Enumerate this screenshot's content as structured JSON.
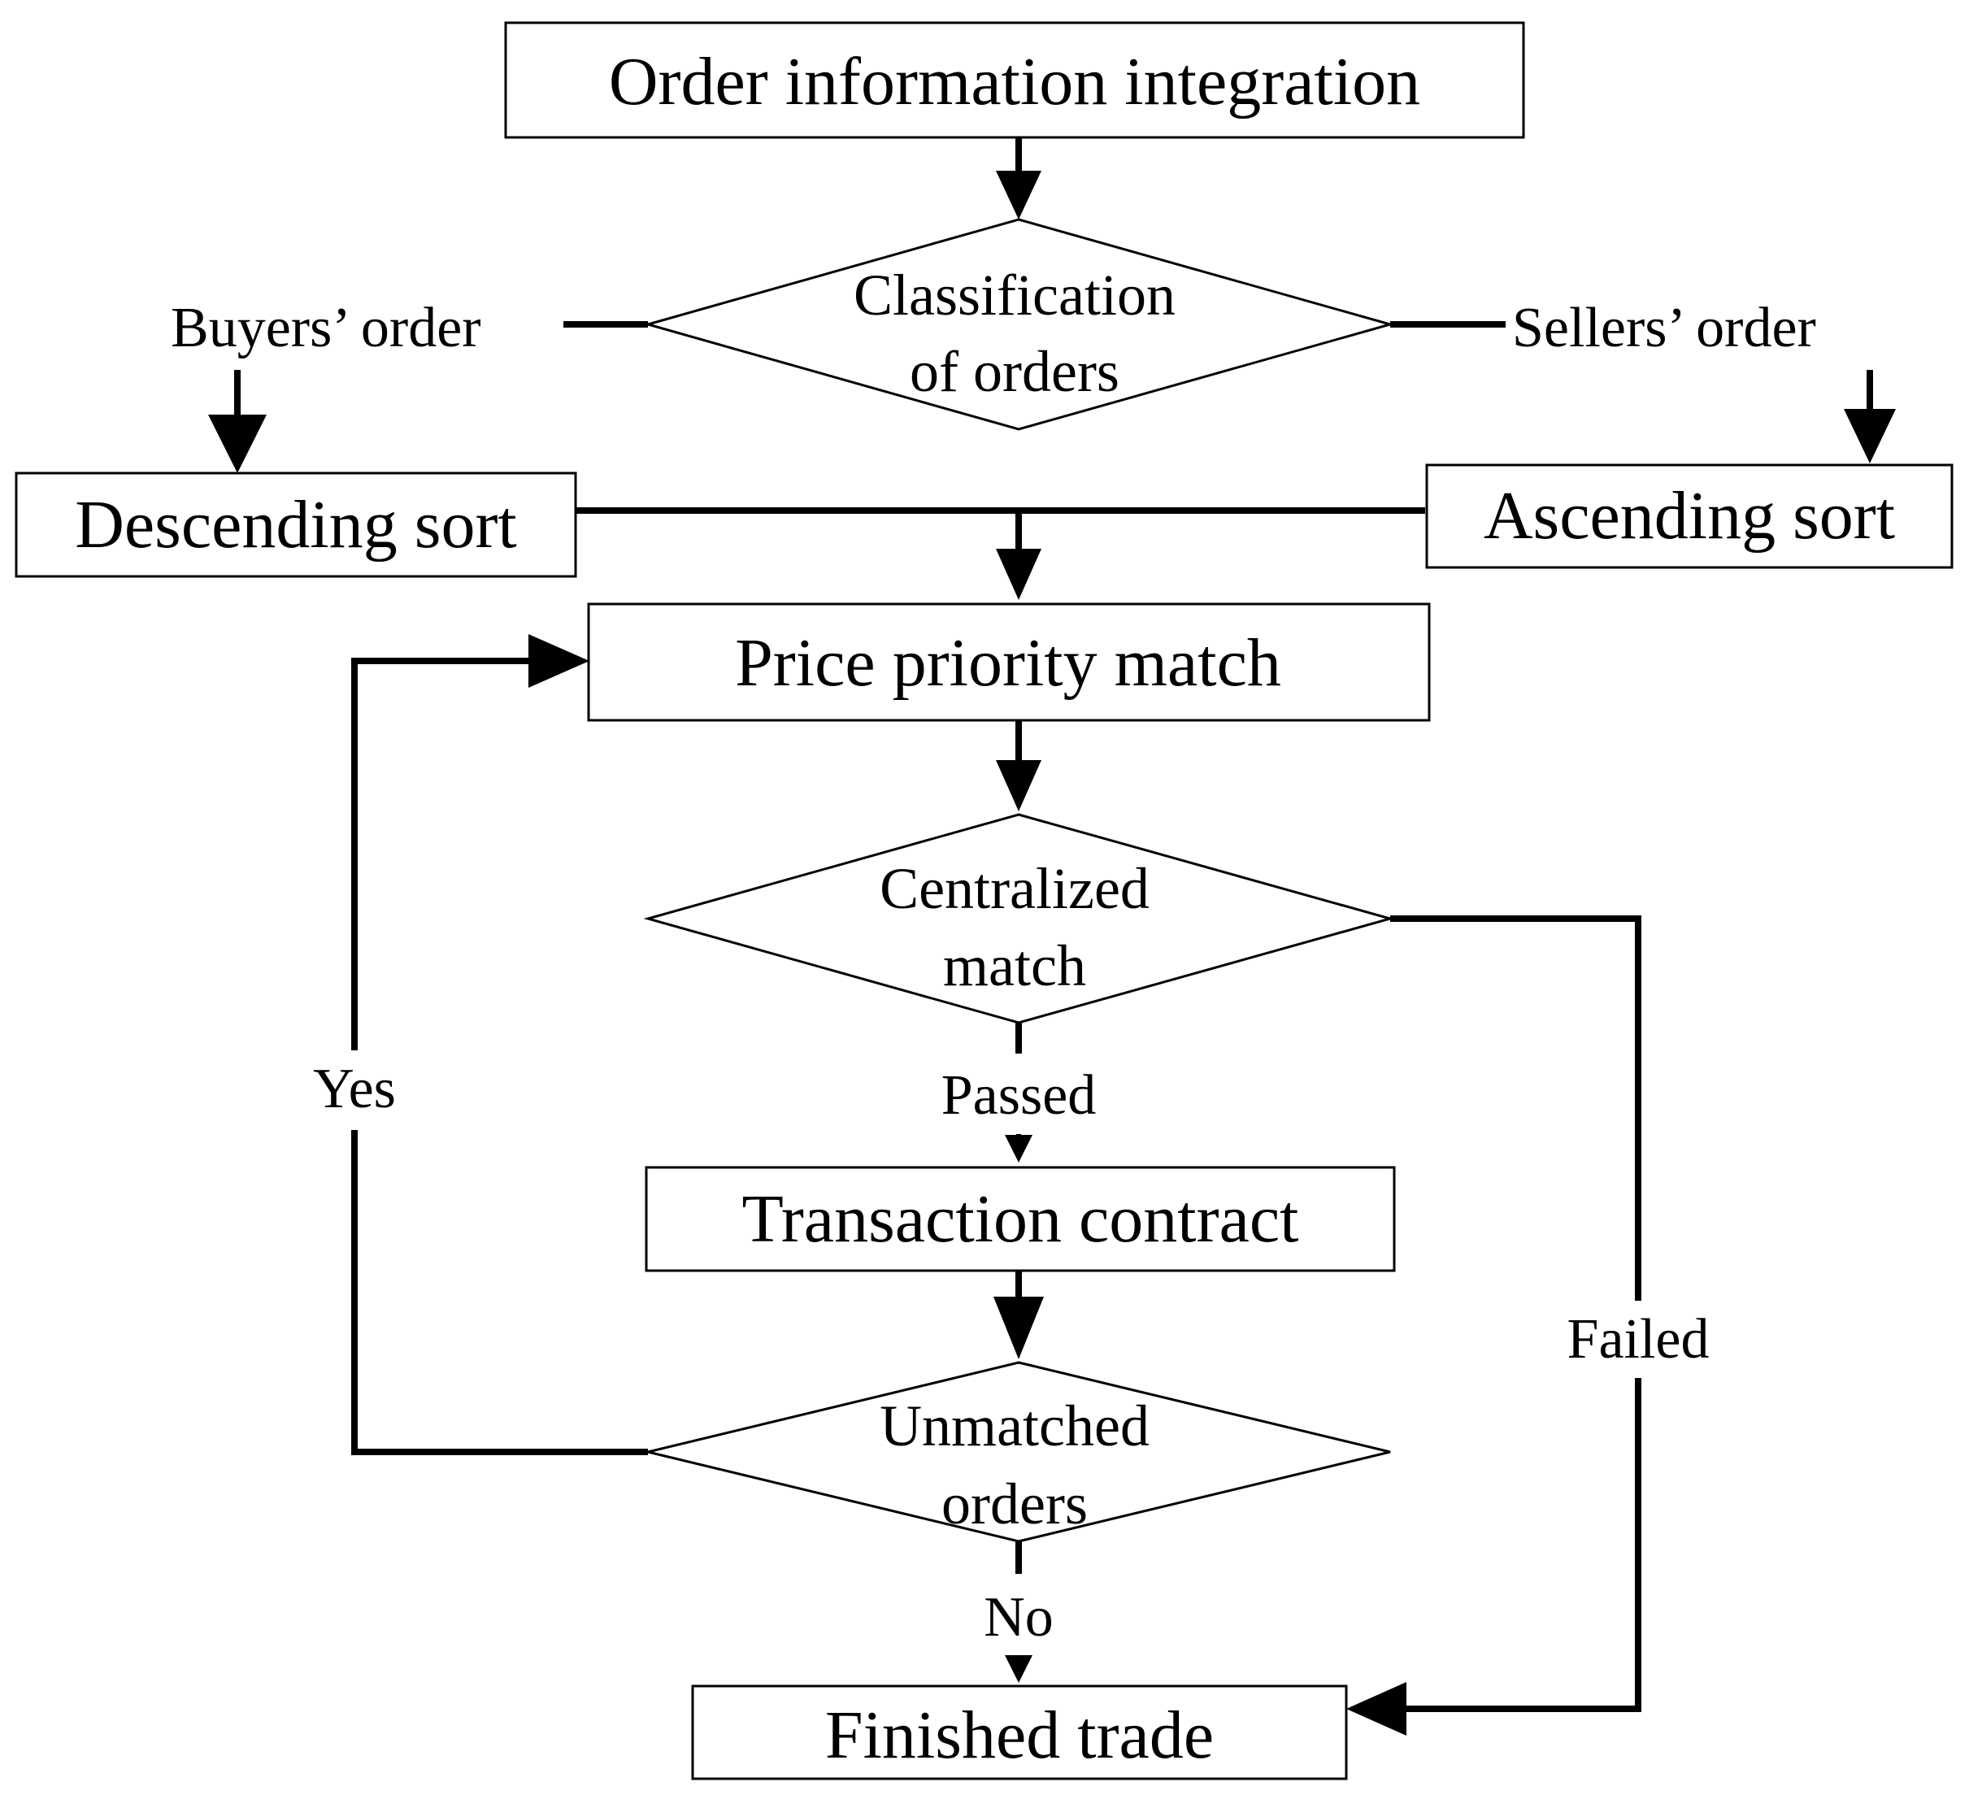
{
  "nodes": {
    "order_integration": "Order information integration",
    "classification_line1": "Classification",
    "classification_line2": "of orders",
    "descending_sort": "Descending sort",
    "ascending_sort": "Ascending sort",
    "price_priority": "Price priority match",
    "centralized_line1": "Centralized",
    "centralized_line2": "match",
    "transaction_contract": "Transaction contract",
    "unmatched_line1": "Unmatched",
    "unmatched_line2": "orders",
    "finished_trade": "Finished trade"
  },
  "edges": {
    "buyers_order": "Buyers’ order",
    "sellers_order": "Sellers’ order",
    "passed": "Passed",
    "failed": "Failed",
    "yes": "Yes",
    "no": "No"
  }
}
